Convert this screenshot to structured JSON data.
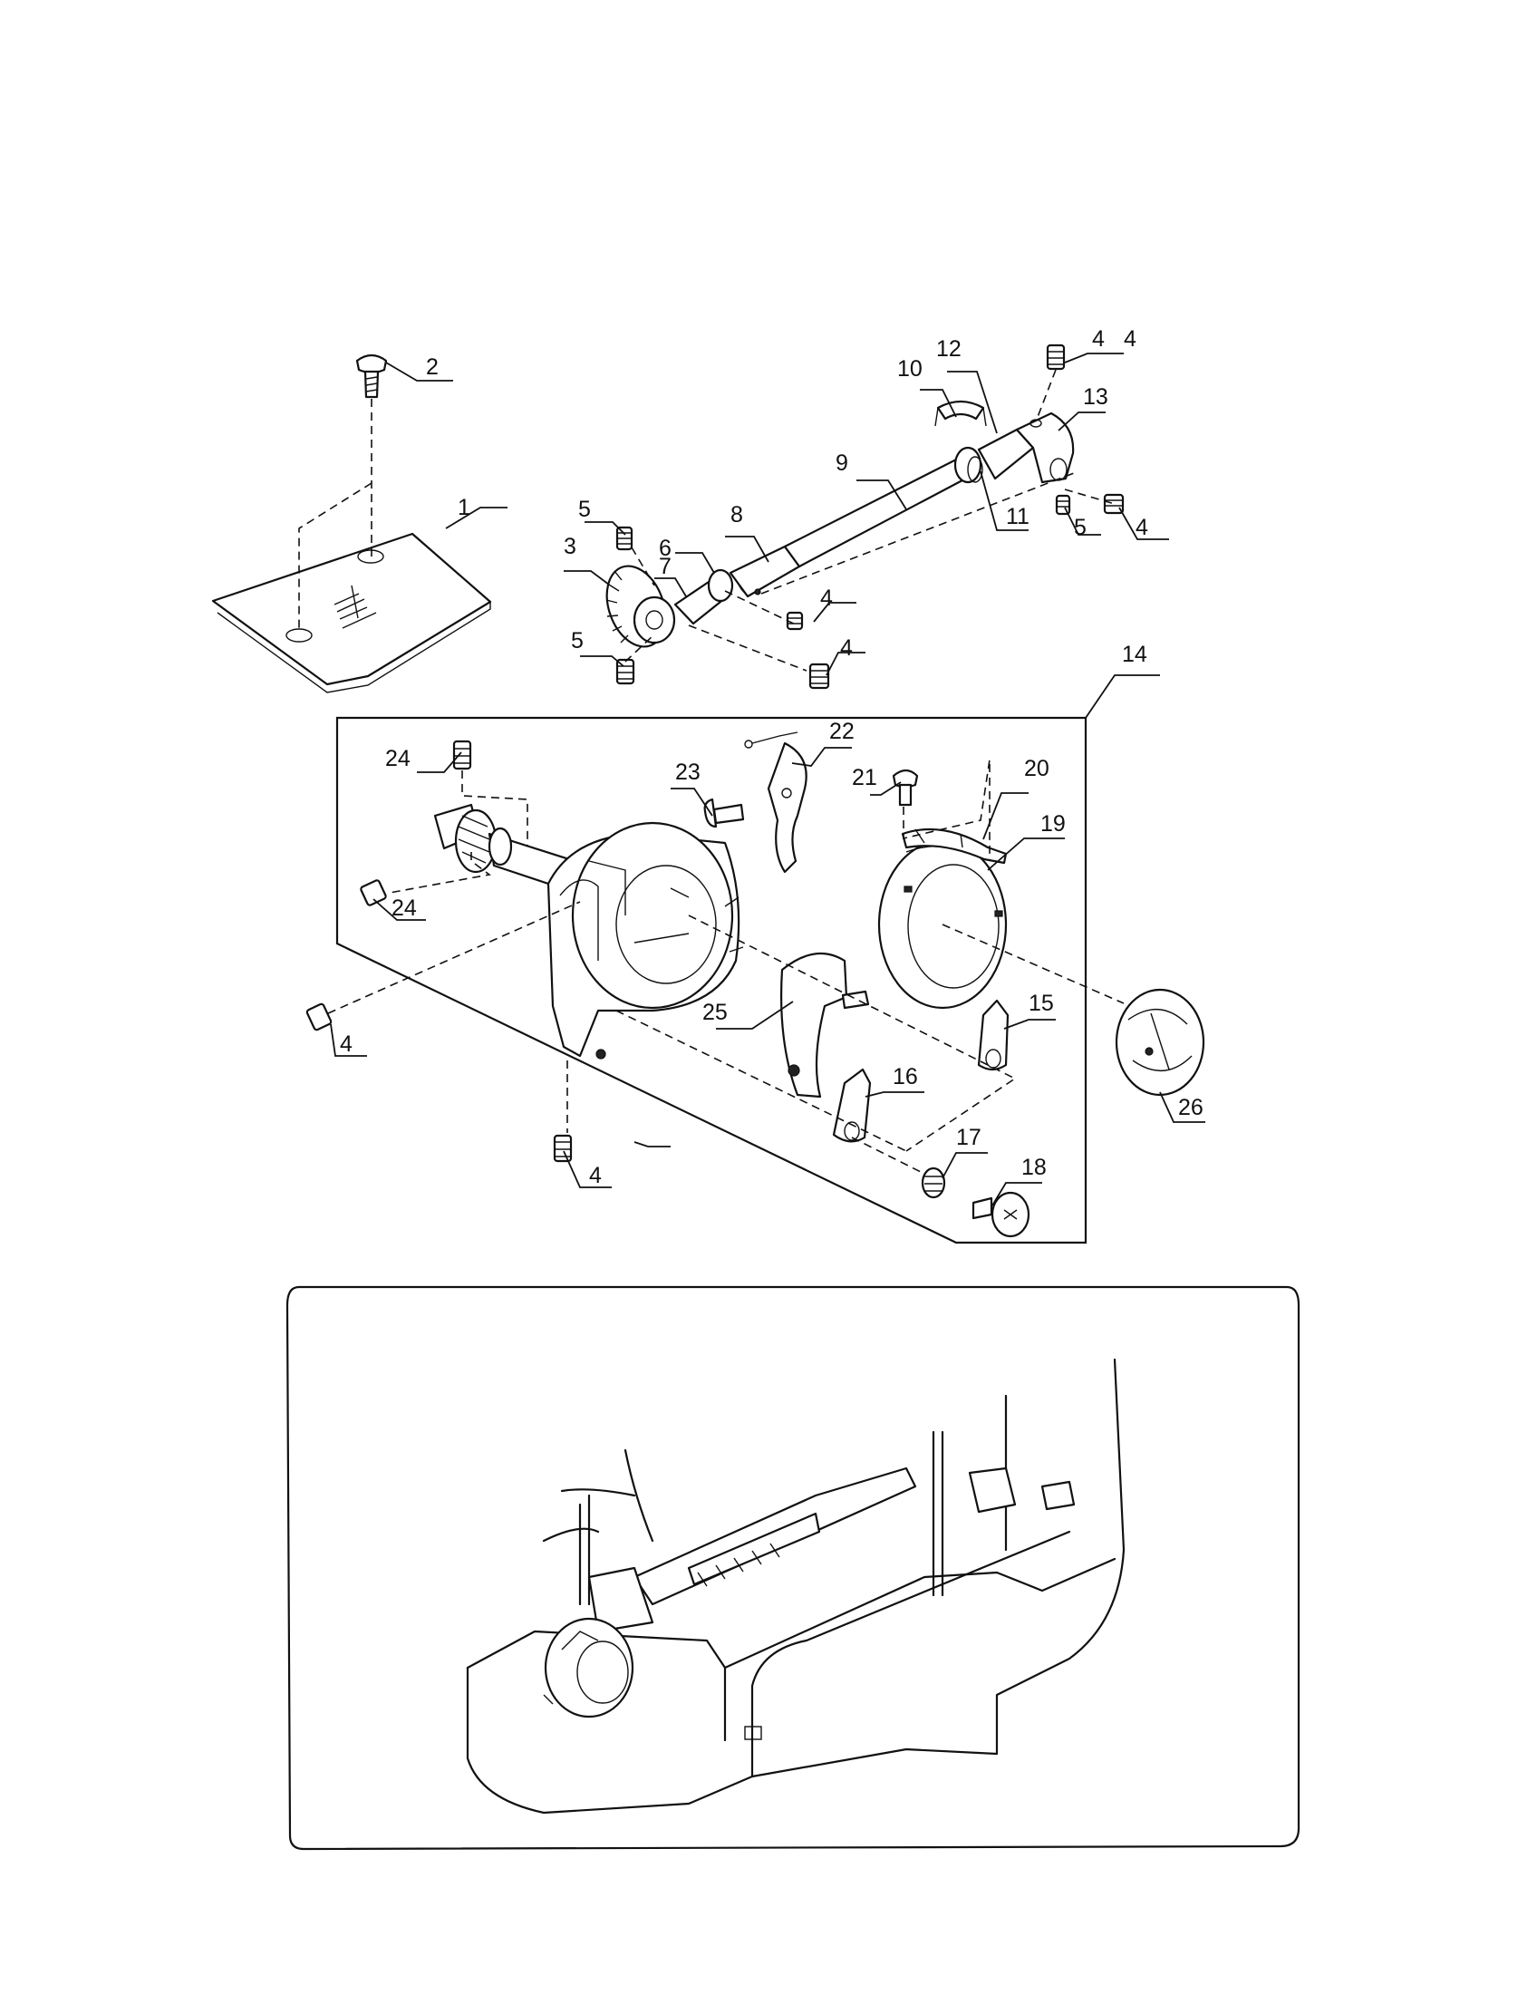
{
  "callouts": [
    {
      "id": "c1",
      "label": "1"
    },
    {
      "id": "c2",
      "label": "2"
    },
    {
      "id": "c3",
      "label": "3"
    },
    {
      "id": "c4a",
      "label": "4"
    },
    {
      "id": "c4b",
      "label": "4"
    },
    {
      "id": "c4c",
      "label": "4"
    },
    {
      "id": "c4d",
      "label": "4"
    },
    {
      "id": "c4e",
      "label": "4"
    },
    {
      "id": "c4f",
      "label": "4"
    },
    {
      "id": "c4g",
      "label": "4"
    },
    {
      "id": "c5a",
      "label": "5"
    },
    {
      "id": "c5b",
      "label": "5"
    },
    {
      "id": "c5c",
      "label": "5"
    },
    {
      "id": "c6",
      "label": "6"
    },
    {
      "id": "c7",
      "label": "7"
    },
    {
      "id": "c8",
      "label": "8"
    },
    {
      "id": "c9",
      "label": "9"
    },
    {
      "id": "c10",
      "label": "10"
    },
    {
      "id": "c11",
      "label": "11"
    },
    {
      "id": "c12",
      "label": "12"
    },
    {
      "id": "c13",
      "label": "13"
    },
    {
      "id": "c14",
      "label": "14"
    },
    {
      "id": "c15",
      "label": "15"
    },
    {
      "id": "c16",
      "label": "16"
    },
    {
      "id": "c17",
      "label": "17"
    },
    {
      "id": "c18",
      "label": "18"
    },
    {
      "id": "c19",
      "label": "19"
    },
    {
      "id": "c20",
      "label": "20"
    },
    {
      "id": "c21",
      "label": "21"
    },
    {
      "id": "c22",
      "label": "22"
    },
    {
      "id": "c23",
      "label": "23"
    },
    {
      "id": "c24a",
      "label": "24"
    },
    {
      "id": "c24b",
      "label": "24"
    },
    {
      "id": "c25",
      "label": "25"
    },
    {
      "id": "c26",
      "label": "26"
    }
  ]
}
